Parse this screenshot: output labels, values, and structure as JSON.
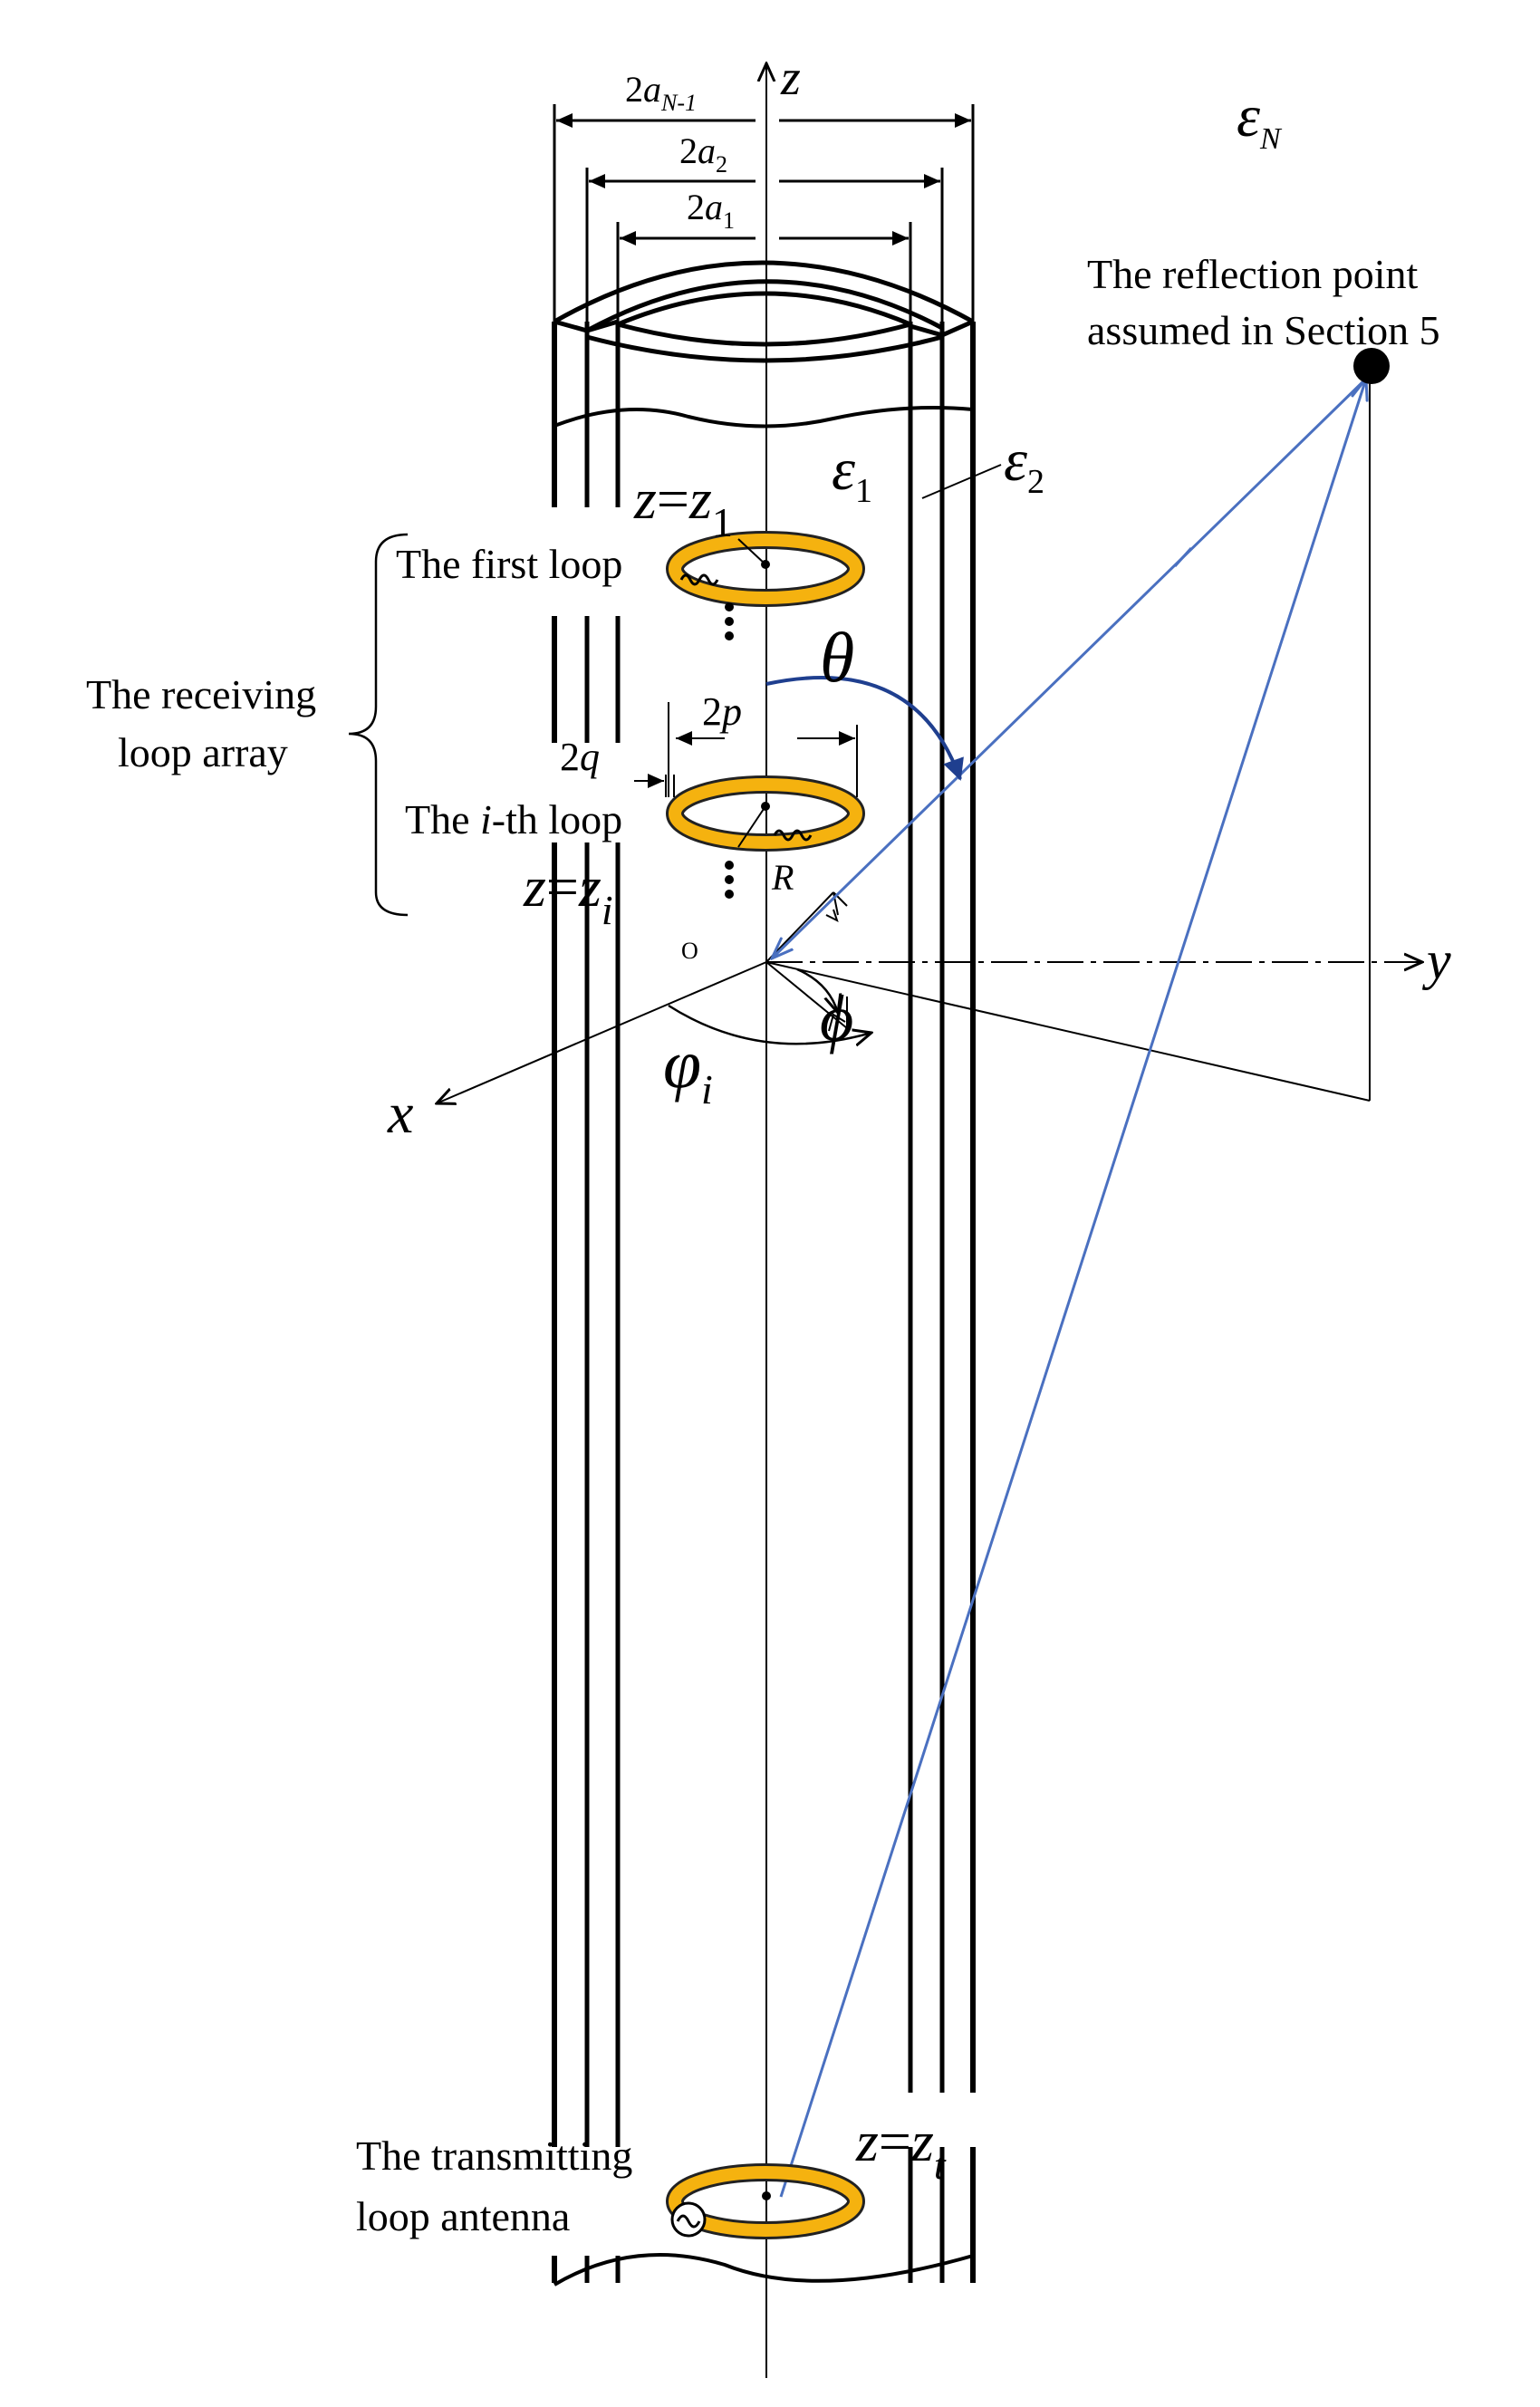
{
  "labels": {
    "z_axis": "z",
    "y_axis": "y",
    "x_axis": "x",
    "origin": "O",
    "eps_N_base": "ε",
    "eps_N_sub": "N",
    "eps_1_base": "ε",
    "eps_1_sub": "1",
    "eps_2_base": "ε",
    "eps_2_sub": "2",
    "dim_aN1_pre": "2",
    "dim_aN1_var": "a",
    "dim_aN1_sub": "N-1",
    "dim_a2_pre": "2",
    "dim_a2_var": "a",
    "dim_a2_sub": "2",
    "dim_a1_pre": "2",
    "dim_a1_var": "a",
    "dim_a1_sub": "1",
    "dim_2p_pre": "2",
    "dim_2p_var": "p",
    "dim_2q_pre": "2",
    "dim_2q_var": "q",
    "theta": "θ",
    "phi": "ϕ",
    "varphi": "φ",
    "varphi_sub": "i",
    "R": "R",
    "z1_lhs": "z",
    "z1_eq": "=",
    "z1_var": "z",
    "z1_sub": "1",
    "zi_lhs": "z",
    "zi_eq": "=",
    "zi_var": "z",
    "zi_sub": "i",
    "zt_lhs": "z",
    "zt_eq": "=",
    "zt_var": "z",
    "zt_sub": "t",
    "reflection_line1": "The reflection point",
    "reflection_line2": "assumed in Section 5",
    "first_loop": "The first loop",
    "ith_loop_pre": "The ",
    "ith_loop_var": "i",
    "ith_loop_post": "-th loop",
    "receiving_line1": "The receiving",
    "receiving_line2": "loop array",
    "transmitting_line1": "The transmitting",
    "transmitting_line2": "loop antenna"
  },
  "colors": {
    "loop_fill": "#f5b20f",
    "loop_stroke": "#222222",
    "ray": "#4a70c0",
    "theta_arc": "#1f3f8f",
    "line": "#000000"
  }
}
